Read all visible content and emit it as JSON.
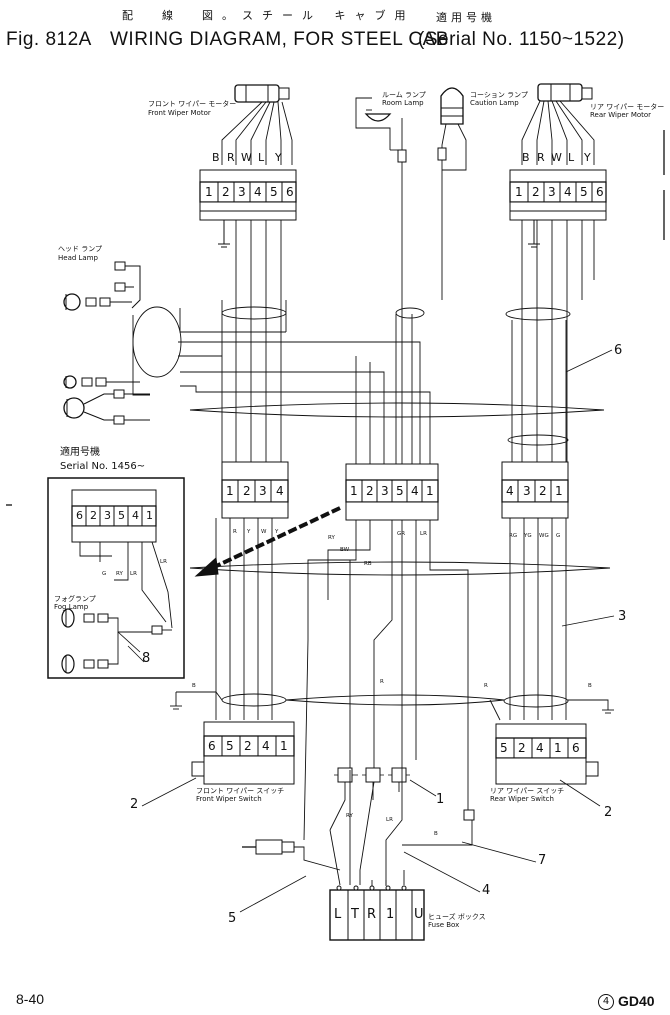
{
  "header": {
    "jp_title": "配　線　図。スチール キャブ用",
    "fig": "Fig. 812A",
    "title": "WIRING DIAGRAM, FOR STEEL CAB",
    "jp_serial_label": "適用号機",
    "serial": "(Serial No. 1150~1522)"
  },
  "labels": {
    "front_wiper_motor_jp": "フロント ワイパー モーター",
    "front_wiper_motor": "Front Wiper Motor",
    "room_lamp_jp": "ルーム ランプ",
    "room_lamp": "Room Lamp",
    "caution_lamp_jp": "コーション ランプ",
    "caution_lamp": "Caution Lamp",
    "rear_wiper_motor_jp": "リア ワイパー モーター",
    "rear_wiper_motor": "Rear Wiper Motor",
    "head_lamp_jp": "ヘッド ランプ",
    "head_lamp": "Head Lamp",
    "inset_jp": "適用号機",
    "inset_serial": "Serial No. 1456~",
    "fog_lamp_jp": "フォグランプ",
    "fog_lamp": "Fog Lamp",
    "front_wiper_switch_jp": "フロント ワイパー スイッチ",
    "front_wiper_switch": "Front Wiper Switch",
    "rear_wiper_switch_jp": "リア ワイパー スイッチ",
    "rear_wiper_switch": "Rear Wiper Switch",
    "fuse_box_jp": "ヒューズ ボックス",
    "fuse_box": "Fuse Box"
  },
  "motor_wires": {
    "front": [
      "B",
      "R",
      "W",
      "L",
      "Y"
    ],
    "rear": [
      "B",
      "R",
      "W",
      "L",
      "Y"
    ]
  },
  "connectors": {
    "front_motor": [
      "1",
      "2",
      "3",
      "4",
      "5",
      "6"
    ],
    "rear_motor": [
      "1",
      "2",
      "3",
      "4",
      "5",
      "6"
    ],
    "front_harness": [
      "1",
      "2",
      "3",
      "4"
    ],
    "center_harness": [
      "1",
      "2",
      "3",
      "5",
      "4",
      "1"
    ],
    "rear_harness": [
      "4",
      "3",
      "2",
      "1"
    ],
    "inset": [
      "6",
      "2",
      "3",
      "5",
      "4",
      "1"
    ],
    "front_switch": [
      "6",
      "5",
      "2",
      "4",
      "1"
    ],
    "rear_switch": [
      "5",
      "2",
      "4",
      "1",
      "6"
    ]
  },
  "fuse_box_terminals": [
    "L",
    "T",
    "R",
    "1",
    "U"
  ],
  "wire_codes": {
    "front_harness": [
      "R",
      "Y",
      "W",
      "Y"
    ],
    "center_harness": [
      "RY",
      "BW",
      "GR",
      "LR"
    ],
    "rear_harness": [
      "RG",
      "YG",
      "WG",
      "G"
    ],
    "inset": [
      "G",
      "RY",
      "LR",
      "LR"
    ],
    "b_left": "B",
    "b_right": "B",
    "r_center": "R",
    "r_right": "R",
    "rb": "RB",
    "rr": "RY",
    "lr_low": "LR",
    "b_low": "B"
  },
  "callouts": {
    "c1": "1",
    "c2_left": "2",
    "c2_right": "2",
    "c3": "3",
    "c4": "4",
    "c5": "5",
    "c6": "6",
    "c7": "7",
    "c8": "8"
  },
  "footer": {
    "page": "8-40",
    "circled": "4",
    "model": "GD40"
  }
}
